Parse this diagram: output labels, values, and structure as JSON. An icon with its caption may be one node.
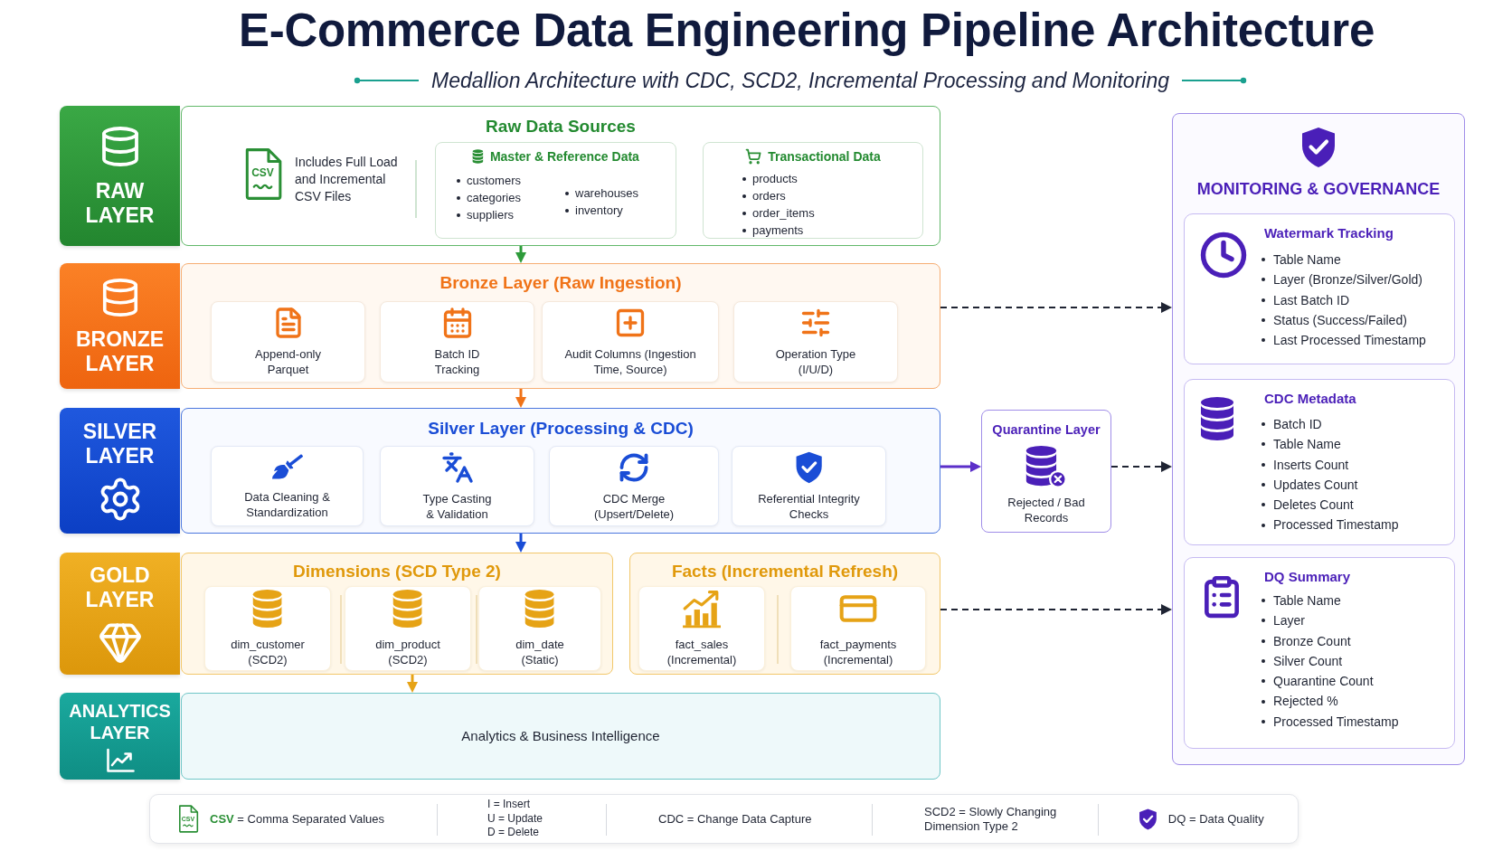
{
  "diagram": {
    "title": "E-Commerce Data Engineering Pipeline Architecture",
    "nodes": [
      {
        "text": [
          "RAW LAYER"
        ]
      },
      {
        "text": [
          "Raw Data Sources"
        ]
      },
      {
        "text": [
          "Master & Reference Data",
          "customers",
          "categories",
          "suppliers",
          "warehouses",
          "inventory"
        ],
        "in": 1
      },
      {
        "text": [
          "Transactional Data",
          "products",
          "orders",
          "order_items",
          "payments"
        ],
        "in": 1
      },
      {
        "text": [
          "BRONZE LAYER"
        ]
      },
      {
        "text": [
          "Bronze Layer (Raw Ingestion)"
        ]
      },
      {
        "text": [
          "Append-only Parquet"
        ],
        "in": 5
      },
      {
        "text": [
          "Batch ID Tracking"
        ],
        "in": 5
      },
      {
        "text": [
          "Audit Columns (Ingestion Time, Source)"
        ],
        "in": 5
      },
      {
        "text": [
          "Operation Type (I/U/D)"
        ],
        "in": 5
      },
      {
        "text": [
          "SILVER LAYER"
        ]
      },
      {
        "text": [
          "Silver Layer (Processing & CDC)"
        ]
      },
      {
        "text": [
          "Data Cleaning & Standardization"
        ],
        "in": 11
      },
      {
        "text": [
          "Type Casting & Validation"
        ],
        "in": 11
      },
      {
        "text": [
          "CDC Merge (Upsert/Delete)"
        ],
        "in": 11
      },
      {
        "text": [
          "Referential Integrity Checks"
        ],
        "in": 11
      },
      {
        "text": [
          "GOLD LAYER"
        ]
      },
      {
        "text": [
          "Dimensions (SCD Type 2)"
        ]
      },
      {
        "text": [
          "dim_customer (SCD2)"
        ],
        "in": 17
      },
      {
        "text": [
          "dim_product (SCD2)"
        ],
        "in": 17
      },
      {
        "text": [
          "dim_date (Static)"
        ],
        "in": 17
      },
      {
        "text": [
          "Facts (Incremental Refresh)"
        ]
      },
      {
        "text": [
          "fact_sales (Incremental)"
        ],
        "in": 21
      },
      {
        "text": [
          "fact_payments (Incremental)"
        ],
        "in": 21
      },
      {
        "text": [
          "ANALYTICS LAYER"
        ]
      },
      {
        "text": [
          "Analytics & Business Intelligence"
        ]
      },
      {
        "text": [
          "Quarantine Layer",
          "Rejected / Bad Records"
        ]
      },
      {
        "text": [
          "MONITORING & GOVERNANCE"
        ]
      },
      {
        "text": [
          "Watermark Tracking",
          "Table Name",
          "Layer (Bronze/Silver/Gold)",
          "Last Batch ID",
          "Status (Success/Failed)",
          "Last Processed Timestamp"
        ],
        "in": 27
      },
      {
        "text": [
          "CDC Metadata",
          "Batch ID",
          "Table Name",
          "Inserts Count",
          "Updates Count",
          "Deletes Count",
          "Processed Timestamp"
        ],
        "in": 27
      },
      {
        "text": [
          "DQ Summary",
          "Table Name",
          "Layer",
          "Bronze Count",
          "Silver Count",
          "Quarantine Count",
          "Rejected %",
          "Processed Timestamp"
        ],
        "in": 27
      }
    ],
    "edges": [
      {
        "from": 1,
        "to": 5,
        "arrow": "to",
        "color": "#2e9b3a"
      },
      {
        "from": 5,
        "to": 11,
        "arrow": "to",
        "color": "#f07318"
      },
      {
        "from": 11,
        "to": 17,
        "arrow": "to",
        "color": "#1a4dd6"
      },
      {
        "from": 17,
        "to": 25,
        "arrow": "to",
        "color": "#e6a316"
      },
      {
        "from": 5,
        "to": 27,
        "arrow": "to",
        "style": "dashed"
      },
      {
        "from": 11,
        "to": 26,
        "arrow": "to",
        "color": "#5b2fc9"
      },
      {
        "from": 26,
        "to": 27,
        "arrow": "to",
        "style": "dashed"
      },
      {
        "from": 21,
        "to": 27,
        "arrow": "to",
        "style": "dashed"
      }
    ],
    "labels": [
      "Medallion Architecture with CDC, SCD2, Incremental Processing and Monitoring",
      "CSV",
      "Includes Full Load and Incremental CSV Files",
      "CSV",
      "**CSV** = Comma Separated Values",
      "I = Insert",
      "U = Update",
      "D = Delete",
      "CDC = Change Data Capture",
      "SCD2 = Slowly Changing Dimension Type 2",
      "DQ = Data Quality"
    ]
  }
}
